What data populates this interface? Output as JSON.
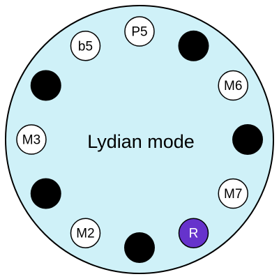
{
  "title": "Lydian mode",
  "colors": {
    "wheel_fill": "#cff1f8",
    "wheel_stroke": "#000000",
    "note_fill": "#ffffff",
    "filled_fill": "#000000",
    "root_fill": "#6633cc",
    "root_text": "#ffffff"
  },
  "pitch_classes": [
    {
      "state": "root",
      "label": "R"
    },
    {
      "state": "empty",
      "label": ""
    },
    {
      "state": "note",
      "label": "M2"
    },
    {
      "state": "empty",
      "label": ""
    },
    {
      "state": "note",
      "label": "M3"
    },
    {
      "state": "empty",
      "label": ""
    },
    {
      "state": "note",
      "label": "b5"
    },
    {
      "state": "note",
      "label": "P5"
    },
    {
      "state": "empty",
      "label": ""
    },
    {
      "state": "note",
      "label": "M6"
    },
    {
      "state": "empty",
      "label": ""
    },
    {
      "state": "note",
      "label": "M7"
    }
  ]
}
